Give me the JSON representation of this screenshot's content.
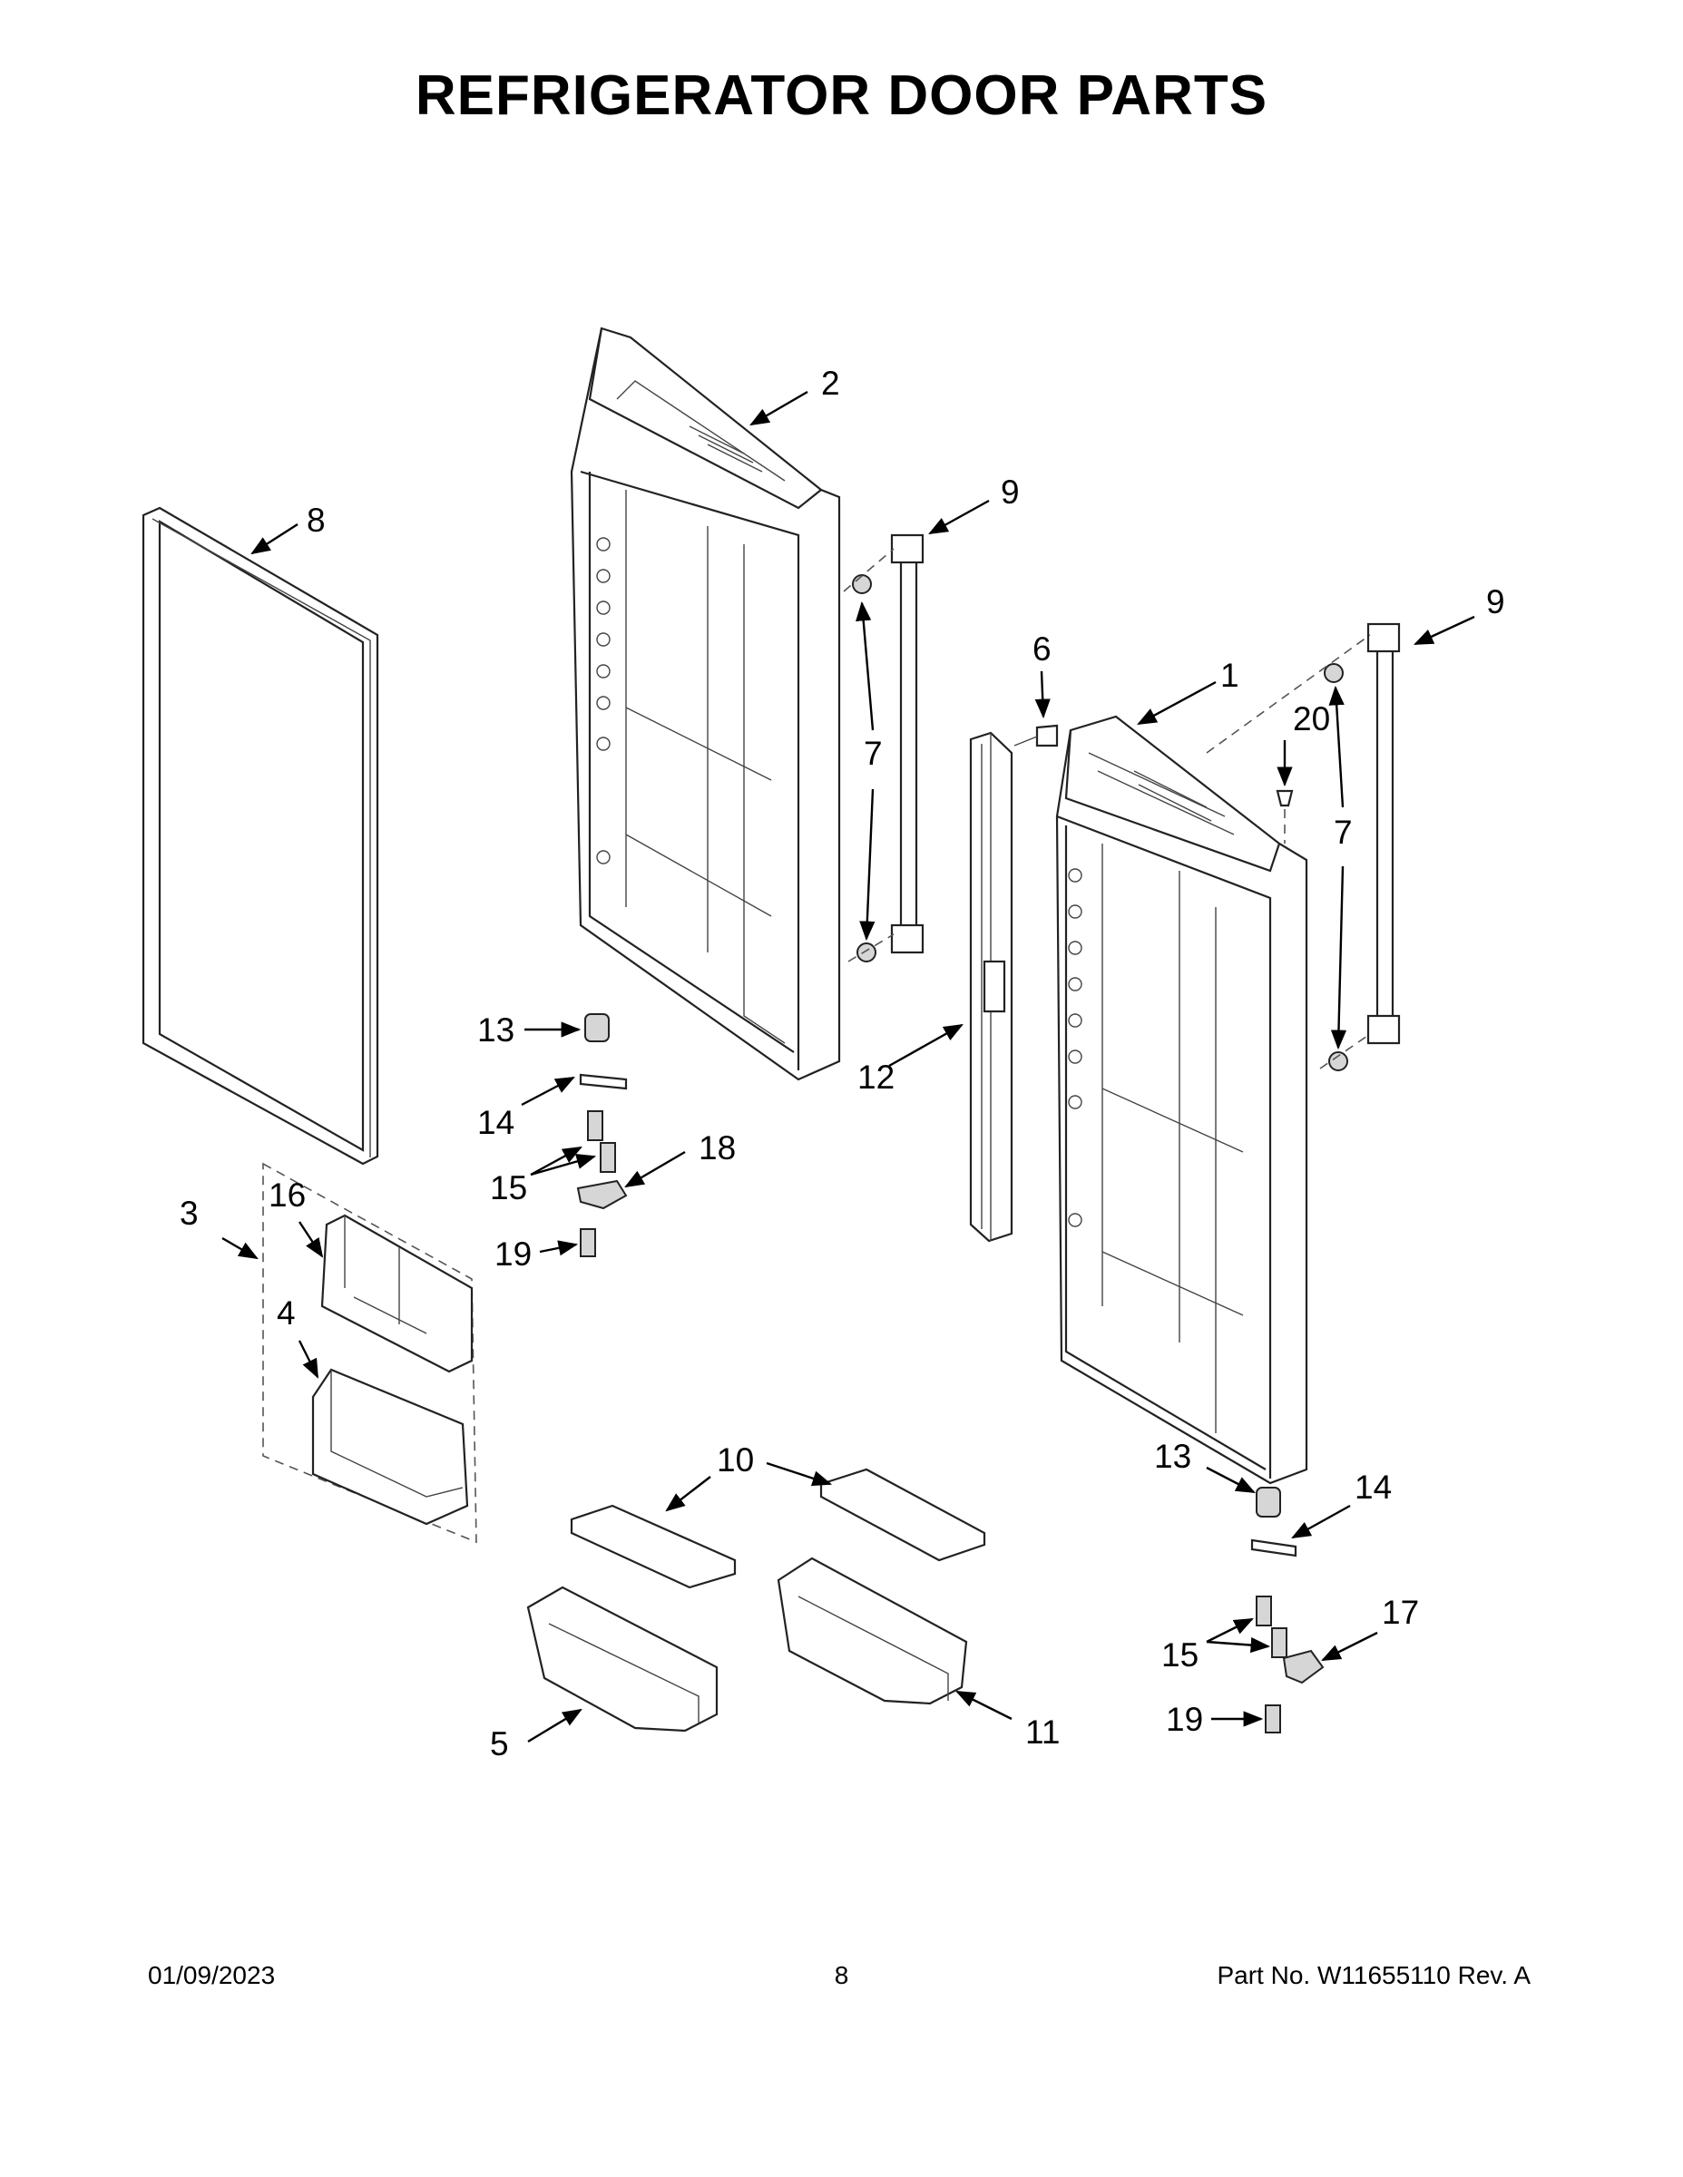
{
  "title": "REFRIGERATOR DOOR PARTS",
  "footer": {
    "date": "01/09/2023",
    "page": "8",
    "part_number": "Part No.  W11655110  Rev.  A"
  },
  "callouts": [
    {
      "id": "c1",
      "label": "1"
    },
    {
      "id": "c2",
      "label": "2"
    },
    {
      "id": "c3",
      "label": "3"
    },
    {
      "id": "c4",
      "label": "4"
    },
    {
      "id": "c5",
      "label": "5"
    },
    {
      "id": "c6",
      "label": "6"
    },
    {
      "id": "c7a",
      "label": "7"
    },
    {
      "id": "c7b",
      "label": "7"
    },
    {
      "id": "c8",
      "label": "8"
    },
    {
      "id": "c9a",
      "label": "9"
    },
    {
      "id": "c9b",
      "label": "9"
    },
    {
      "id": "c10",
      "label": "10"
    },
    {
      "id": "c11",
      "label": "11"
    },
    {
      "id": "c12",
      "label": "12"
    },
    {
      "id": "c13a",
      "label": "13"
    },
    {
      "id": "c13b",
      "label": "13"
    },
    {
      "id": "c14a",
      "label": "14"
    },
    {
      "id": "c14b",
      "label": "14"
    },
    {
      "id": "c15a",
      "label": "15"
    },
    {
      "id": "c15b",
      "label": "15"
    },
    {
      "id": "c16",
      "label": "16"
    },
    {
      "id": "c17",
      "label": "17"
    },
    {
      "id": "c18",
      "label": "18"
    },
    {
      "id": "c19a",
      "label": "19"
    },
    {
      "id": "c19b",
      "label": "19"
    },
    {
      "id": "c20",
      "label": "20"
    }
  ]
}
